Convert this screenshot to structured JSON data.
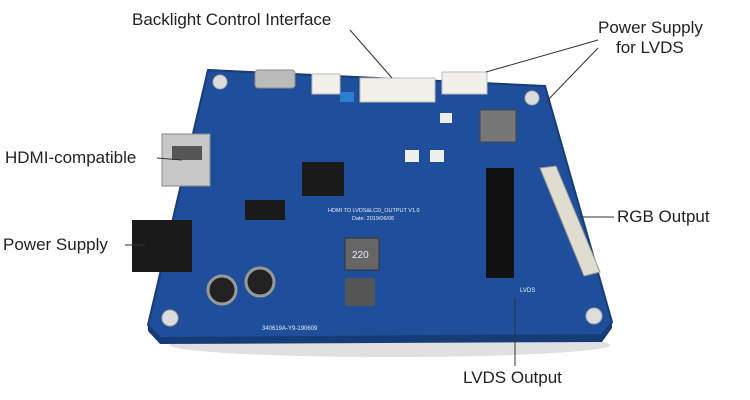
{
  "labels": {
    "backlight": "Backlight Control Interface",
    "power_lvds_line1": "Power Supply",
    "power_lvds_line2": "for LVDS",
    "hdmi": "HDMI-compatible",
    "rgb": "RGB Output",
    "power_supply": "Power Supply",
    "lvds_output": "LVDS Output"
  },
  "board": {
    "silkscreen_title": "HDMI TO LVDS&LCD_OUTPUT V1.0",
    "silkscreen_date": "Date: 2019/06/06",
    "serial": "340619A-Y9-190609",
    "inductor_mark": "220",
    "lvds_mark": "LVDS"
  },
  "colors": {
    "pcb": "#1f4f9a",
    "pcb_dark": "#163c78",
    "connector_white": "#f2f0ea",
    "chip": "#1a1a1a",
    "line": "#333333"
  }
}
